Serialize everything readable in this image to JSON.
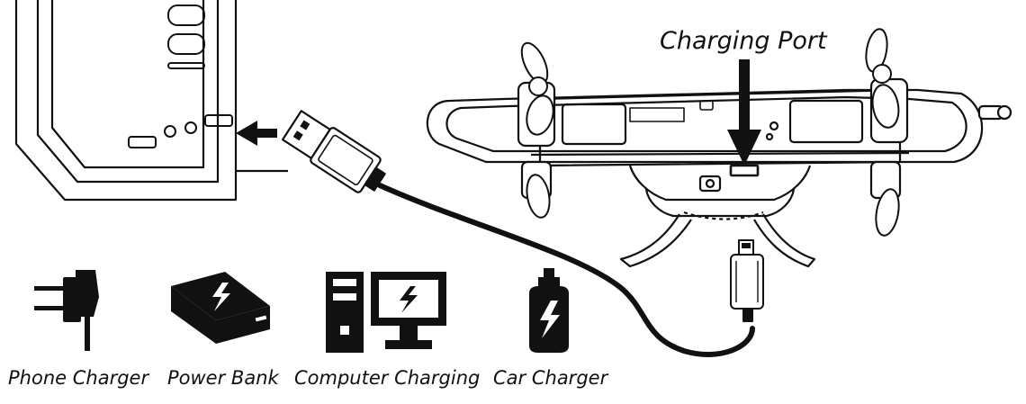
{
  "labels": {
    "charging_port": "Charging Port",
    "phone_charger": "Phone Charger",
    "power_bank": "Power Bank",
    "computer_charging": "Computer Charging",
    "car_charger": "Car Charger"
  },
  "colors": {
    "ink": "#111111",
    "background": "#ffffff"
  },
  "icons": [
    "wall-plug-icon",
    "power-bank-icon",
    "computer-icon",
    "car-charger-icon",
    "lightning-icon"
  ]
}
